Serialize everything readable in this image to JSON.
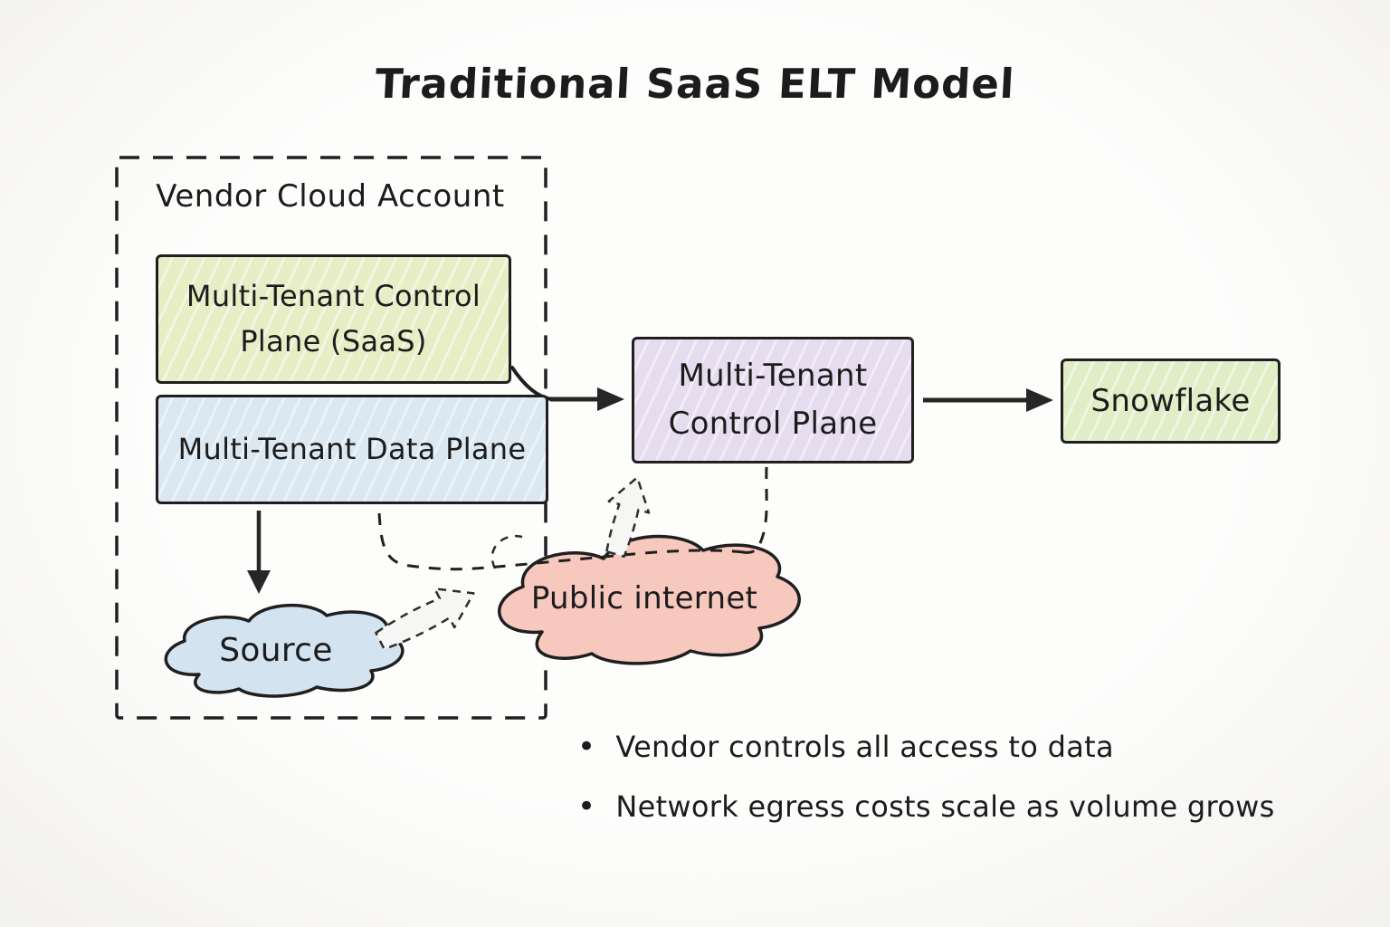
{
  "title": "Traditional SaaS ELT Model",
  "vendor_container": {
    "label": "Vendor Cloud Account"
  },
  "nodes": {
    "saas_control_plane": {
      "line1": "Multi-Tenant Control",
      "line2": "Plane (SaaS)"
    },
    "data_plane": {
      "label": "Multi-Tenant Data Plane"
    },
    "source_cloud": {
      "label": "Source"
    },
    "public_internet": {
      "label": "Public internet"
    },
    "mt_control_plane": {
      "line1": "Multi-Tenant",
      "line2": "Control Plane"
    },
    "snowflake": {
      "label": "Snowflake"
    }
  },
  "notes": {
    "items": [
      "Vendor controls all access to data",
      "Network egress costs scale as volume grows"
    ]
  },
  "colors": {
    "saas_control_plane_fill": "#e8edc6",
    "data_plane_fill": "#dbe7f1",
    "source_cloud_fill": "#d4e3f0",
    "public_internet_fill": "#f7c8be",
    "mt_control_plane_fill": "#e5dcef",
    "snowflake_fill": "#e1edc6",
    "stroke": "#1f1f1f",
    "background": "#fdfdfc"
  }
}
